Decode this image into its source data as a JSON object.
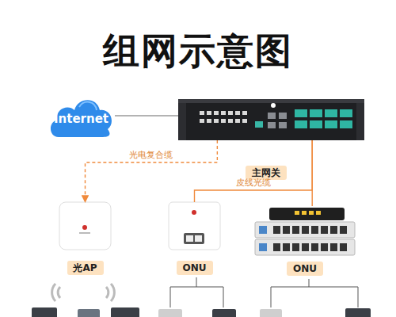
{
  "diagram": {
    "title": "组网示意图",
    "nodes": [
      {
        "text": [
          "Internet"
        ]
      },
      {
        "text": [
          "主网关"
        ]
      },
      {
        "text": [
          "光AP"
        ]
      },
      {
        "text": [
          "ONU"
        ]
      },
      {
        "text": [
          "ONU"
        ]
      }
    ],
    "edges": [
      {
        "from": 0,
        "to": 1,
        "arrow": "none"
      },
      {
        "from": 1,
        "to": 2,
        "label": "光电复合缆",
        "arrow": "to"
      },
      {
        "from": 1,
        "to": 3,
        "label": "皮线光缆",
        "arrow": "none"
      },
      {
        "from": 1,
        "to": 4,
        "arrow": "none"
      }
    ]
  }
}
